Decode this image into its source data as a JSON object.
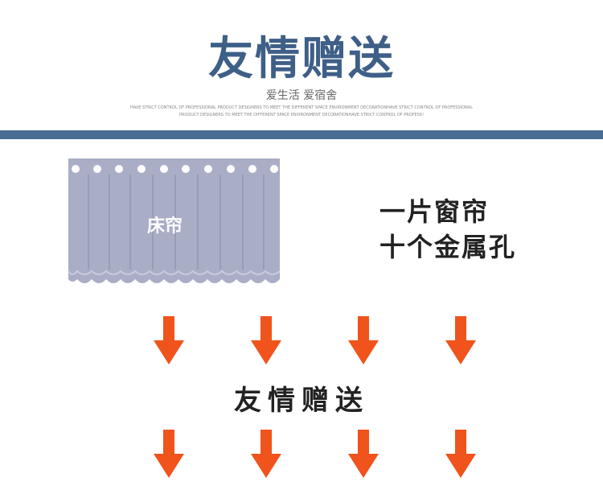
{
  "header": {
    "title": "友情赠送",
    "subtitle": "爱生活 爱宿舍",
    "fine_print_line1": "HAVE STRICT CONTROL OF PROFESSIONAL PRODUCT DESIGNERS TO MEET THE DIFFERENT SPACE ENVIRONMENT DECORATIONHAVE STRICT CONTROL OF PROFESSIONAL",
    "fine_print_line2": "PRODUCT DESIGNERS TO MEET THE DIFFERENT SPACE ENVIRONMENT DECORATIONHAVE STRICT CONTROL OF PROFESS!"
  },
  "product": {
    "curtain_label": "床帘",
    "info_line1": "一片窗帘",
    "info_line2": "十个金属孔",
    "grommet_count": 10
  },
  "gift": {
    "middle_text": "友情赠送"
  },
  "colors": {
    "title_blue": "#3e5f87",
    "band_blue": "#4a6b94",
    "curtain_gray": "#a9adc6",
    "arrow_orange": "#f0531c"
  },
  "icons": {
    "arrow": "down-arrow-icon",
    "grommet": "metal-hole-icon"
  }
}
